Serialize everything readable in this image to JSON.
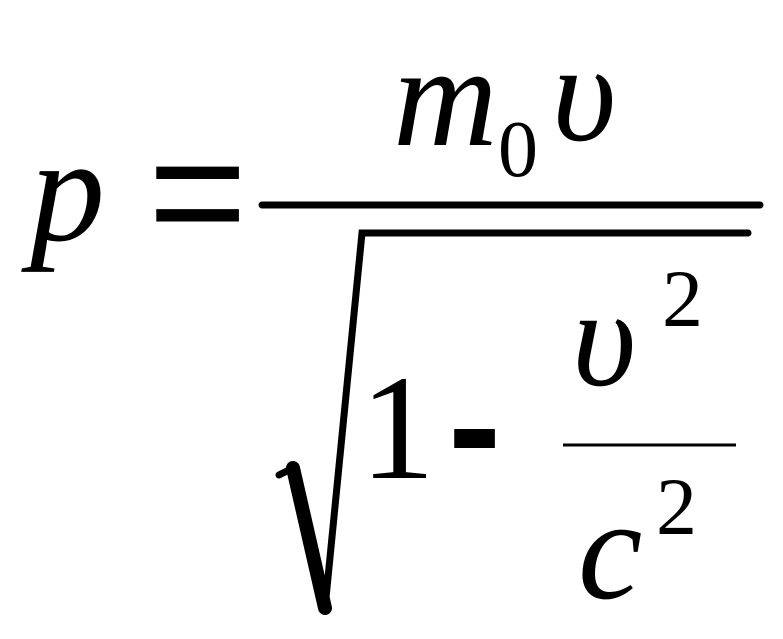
{
  "formula": {
    "lhs": "p",
    "equals": "=",
    "numerator": {
      "mass": "m",
      "mass_subscript": "0",
      "velocity": "υ"
    },
    "denominator": {
      "one": "1",
      "minus": "-",
      "inner_numerator": "υ",
      "inner_numerator_exponent": "2",
      "inner_denominator": "c",
      "inner_denominator_exponent": "2"
    }
  },
  "colors": {
    "ink": "#000000",
    "background": "#ffffff"
  }
}
